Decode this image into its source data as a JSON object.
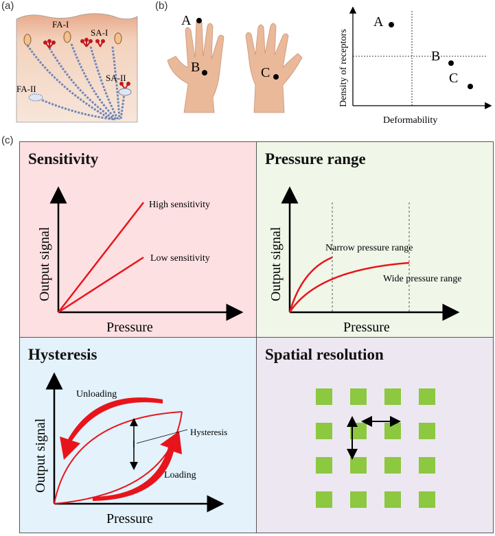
{
  "figure": {
    "panel_a": {
      "tag": "(a)",
      "labels": {
        "fa1": "FA-I",
        "sa1": "SA-I",
        "fa2": "FA-II",
        "sa2": "SA-II"
      }
    },
    "panel_b": {
      "tag": "(b)",
      "hand_points": [
        "A",
        "B",
        "C"
      ],
      "scatter": {
        "xlabel": "Deformability",
        "ylabel": "Density of receptors",
        "points": [
          "A",
          "B",
          "C"
        ]
      }
    },
    "panel_c": {
      "tag": "(c)",
      "sensitivity": {
        "title": "Sensitivity",
        "xlabel": "Pressure",
        "ylabel": "Output signal",
        "high": "High sensitivity",
        "low": "Low sensitivity",
        "bg": "#fde0e2"
      },
      "pressure_range": {
        "title": "Pressure range",
        "xlabel": "Pressure",
        "ylabel": "Output signal",
        "narrow": "Narrow pressure range",
        "wide": "Wide pressure range",
        "bg": "#f0f6e8"
      },
      "hysteresis": {
        "title": "Hysteresis",
        "xlabel": "Pressure",
        "ylabel": "Output signal",
        "unloading": "Unloading",
        "loading": "Loading",
        "hysteresis": "Hysteresis",
        "bg": "#e3f2fb"
      },
      "spatial": {
        "title": "Spatial resolution",
        "bg": "#ede7f2",
        "square_color": "#8cc840"
      }
    },
    "colors": {
      "curve": "#e8141c",
      "axis": "#000000"
    }
  }
}
